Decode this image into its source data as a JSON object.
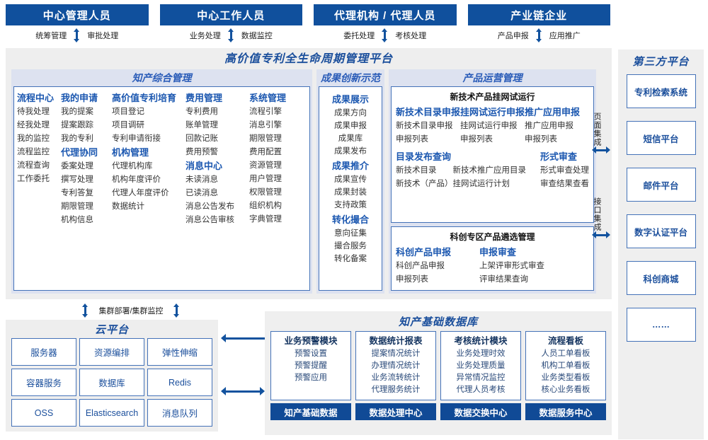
{
  "roles": [
    {
      "title": "中心管理人员",
      "left": "统筹管理",
      "right": "审批处理"
    },
    {
      "title": "中心工作人员",
      "left": "业务处理",
      "right": "数据监控"
    },
    {
      "title": "代理机构 / 代理人员",
      "left": "委托处理",
      "right": "考核处理"
    },
    {
      "title": "产业链企业",
      "left": "产品申报",
      "right": "应用推广"
    }
  ],
  "platform": {
    "title": "高价值专利全生命周期管理平台",
    "ip_management": {
      "title": "知产综合管理",
      "columns": [
        {
          "groups": [
            {
              "header": "流程中心",
              "items": [
                "待我处理",
                "经我处理",
                "我的监控",
                "流程监控",
                "流程查询",
                "工作委托"
              ]
            }
          ]
        },
        {
          "groups": [
            {
              "header": "我的申请",
              "items": [
                "我的提案",
                "提案跟踪",
                "我的专利"
              ]
            },
            {
              "header": "代理协同",
              "items": [
                "委案处理",
                "撰写处理",
                "专利答复",
                "期限管理",
                "机构信息"
              ]
            }
          ]
        },
        {
          "groups": [
            {
              "header": "高价值专利培育",
              "items": [
                "项目登记",
                "项目调研",
                "专利申请衔接"
              ]
            },
            {
              "header": "机构管理",
              "items": [
                "代理机构库",
                "机构年度评价",
                "代理人年度评价",
                "数据统计"
              ]
            }
          ]
        },
        {
          "groups": [
            {
              "header": "费用管理",
              "items": [
                "专利费用",
                "账单管理",
                "回款记账",
                "费用预警"
              ]
            },
            {
              "header": "消息中心",
              "items": [
                "未读消息",
                "已读消息",
                "消息公告发布",
                "消息公告审核"
              ]
            }
          ]
        },
        {
          "groups": [
            {
              "header": "系统管理",
              "items": [
                "流程引擎",
                "消息引擎",
                "期限管理",
                "费用配置",
                "资源管理",
                "用户管理",
                "权限管理",
                "组织机构",
                "字典管理"
              ]
            }
          ]
        }
      ]
    },
    "achievement": {
      "title": "成果创新示范",
      "groups": [
        {
          "header": "成果展示",
          "items": [
            "成果方向",
            "成果申报",
            "成果库",
            "成果发布"
          ]
        },
        {
          "header": "成果推介",
          "items": [
            "成果宣传",
            "成果封装",
            "支持政策"
          ]
        },
        {
          "header": "转化撮合",
          "items": [
            "意向征集",
            "撮合服务",
            "转化备案"
          ]
        }
      ]
    },
    "product_operations": {
      "title": "产品运营管理",
      "boxes": [
        {
          "title": "新技术产品挂网试运行",
          "row1": [
            {
              "header": "新技术目录申报",
              "items": [
                "新技术目录申报",
                "申报列表"
              ]
            },
            {
              "header": "挂网试运行申报",
              "items": [
                "挂网试运行申报",
                "申报列表"
              ]
            },
            {
              "header": "推广应用申报",
              "items": [
                "推广应用申报",
                "申报列表"
              ]
            }
          ],
          "row2": [
            {
              "header": "目录发布查询",
              "items": [
                "新技术目录　　新技术推广应用目录",
                "新技术（产品）挂网试运行计划"
              ]
            },
            {
              "header": "形式审查",
              "items": [
                "形式审查处理",
                "审查结果查看"
              ]
            }
          ]
        },
        {
          "title": "科创专区产品遴选管理",
          "row1": [
            {
              "header": "科创产品申报",
              "items": [
                "科创产品申报",
                "申报列表"
              ]
            },
            {
              "header": "申报审查",
              "items": [
                "上架评审形式审查",
                "评审结果查询"
              ]
            }
          ]
        }
      ]
    },
    "integration": [
      {
        "label": "页面集成"
      },
      {
        "label": "接口集成"
      }
    ]
  },
  "third_party": {
    "title": "第三方平台",
    "items": [
      "专利检索系统",
      "短信平台",
      "邮件平台",
      "数字认证平台",
      "科创商城",
      "……"
    ]
  },
  "cluster_link": {
    "label": "集群部署/集群监控"
  },
  "cloud": {
    "title": "云平台",
    "items": [
      "服务器",
      "资源编排",
      "弹性伸缩",
      "容器服务",
      "数据库",
      "Redis",
      "OSS",
      "Elasticsearch",
      "消息队列"
    ]
  },
  "database": {
    "title": "知产基础数据库",
    "columns": [
      {
        "header": "业务预警模块",
        "items": [
          "预警设置",
          "预警提醒",
          "预警应用"
        ],
        "footer": "知产基础数据"
      },
      {
        "header": "数据统计报表",
        "items": [
          "提案情况统计",
          "办理情况统计",
          "业务流转统计",
          "代理服务统计"
        ],
        "footer": "数据处理中心"
      },
      {
        "header": "考核统计模块",
        "items": [
          "业务处理时效",
          "业务处理质量",
          "异常情况监控",
          "代理人员考核"
        ],
        "footer": "数据交换中心"
      },
      {
        "header": "流程看板",
        "items": [
          "人员工单看板",
          "机构工单看板",
          "业务类型看板",
          "核心业务看板"
        ],
        "footer": "数据服务中心"
      }
    ]
  },
  "colors": {
    "brand_blue": "#10509d",
    "accent_blue": "#1b4f9c",
    "panel_lavender": "#dde2f0",
    "panel_gray": "#eeeeee",
    "border_blue": "#4472b8"
  }
}
